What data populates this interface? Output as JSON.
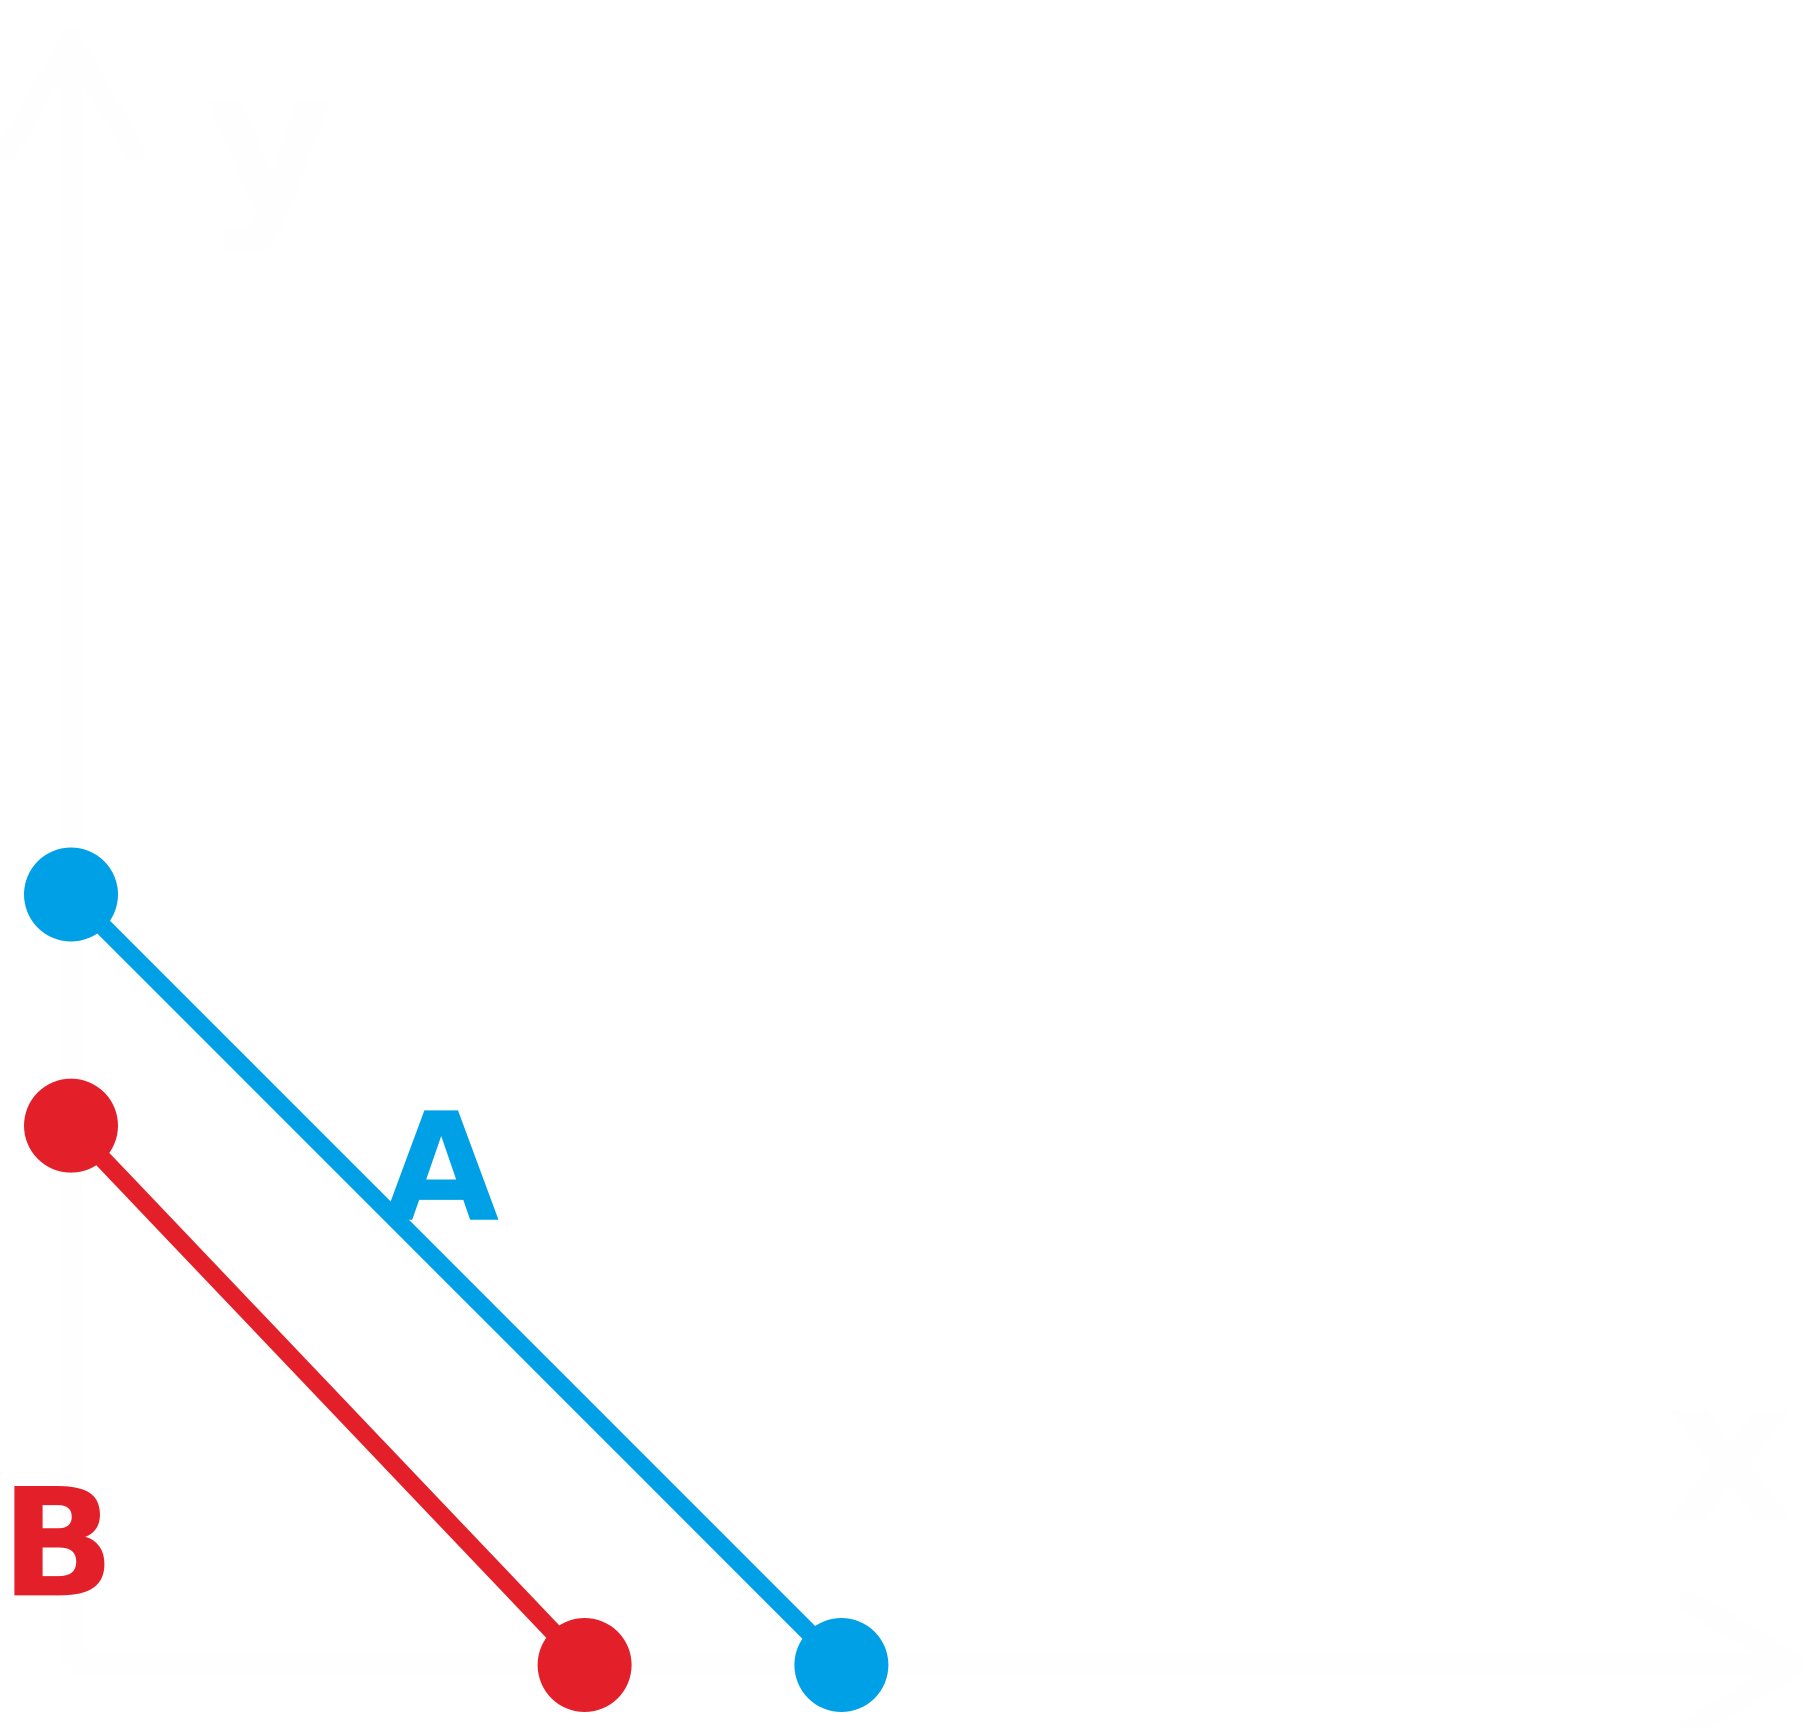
{
  "chart_data": {
    "type": "line",
    "xlabel": "x",
    "ylabel": "y",
    "xlim": [
      0,
      10
    ],
    "ylim": [
      0,
      10
    ],
    "grid": false,
    "axis_color": "#fefefe",
    "series": [
      {
        "name": "A",
        "color": "#00a0e6",
        "points": [
          {
            "x": 0,
            "y": 5
          },
          {
            "x": 6,
            "y": 0
          }
        ]
      },
      {
        "name": "B",
        "color": "#e3202a",
        "points": [
          {
            "x": 0,
            "y": 3.5
          },
          {
            "x": 4,
            "y": 0
          }
        ]
      }
    ]
  }
}
